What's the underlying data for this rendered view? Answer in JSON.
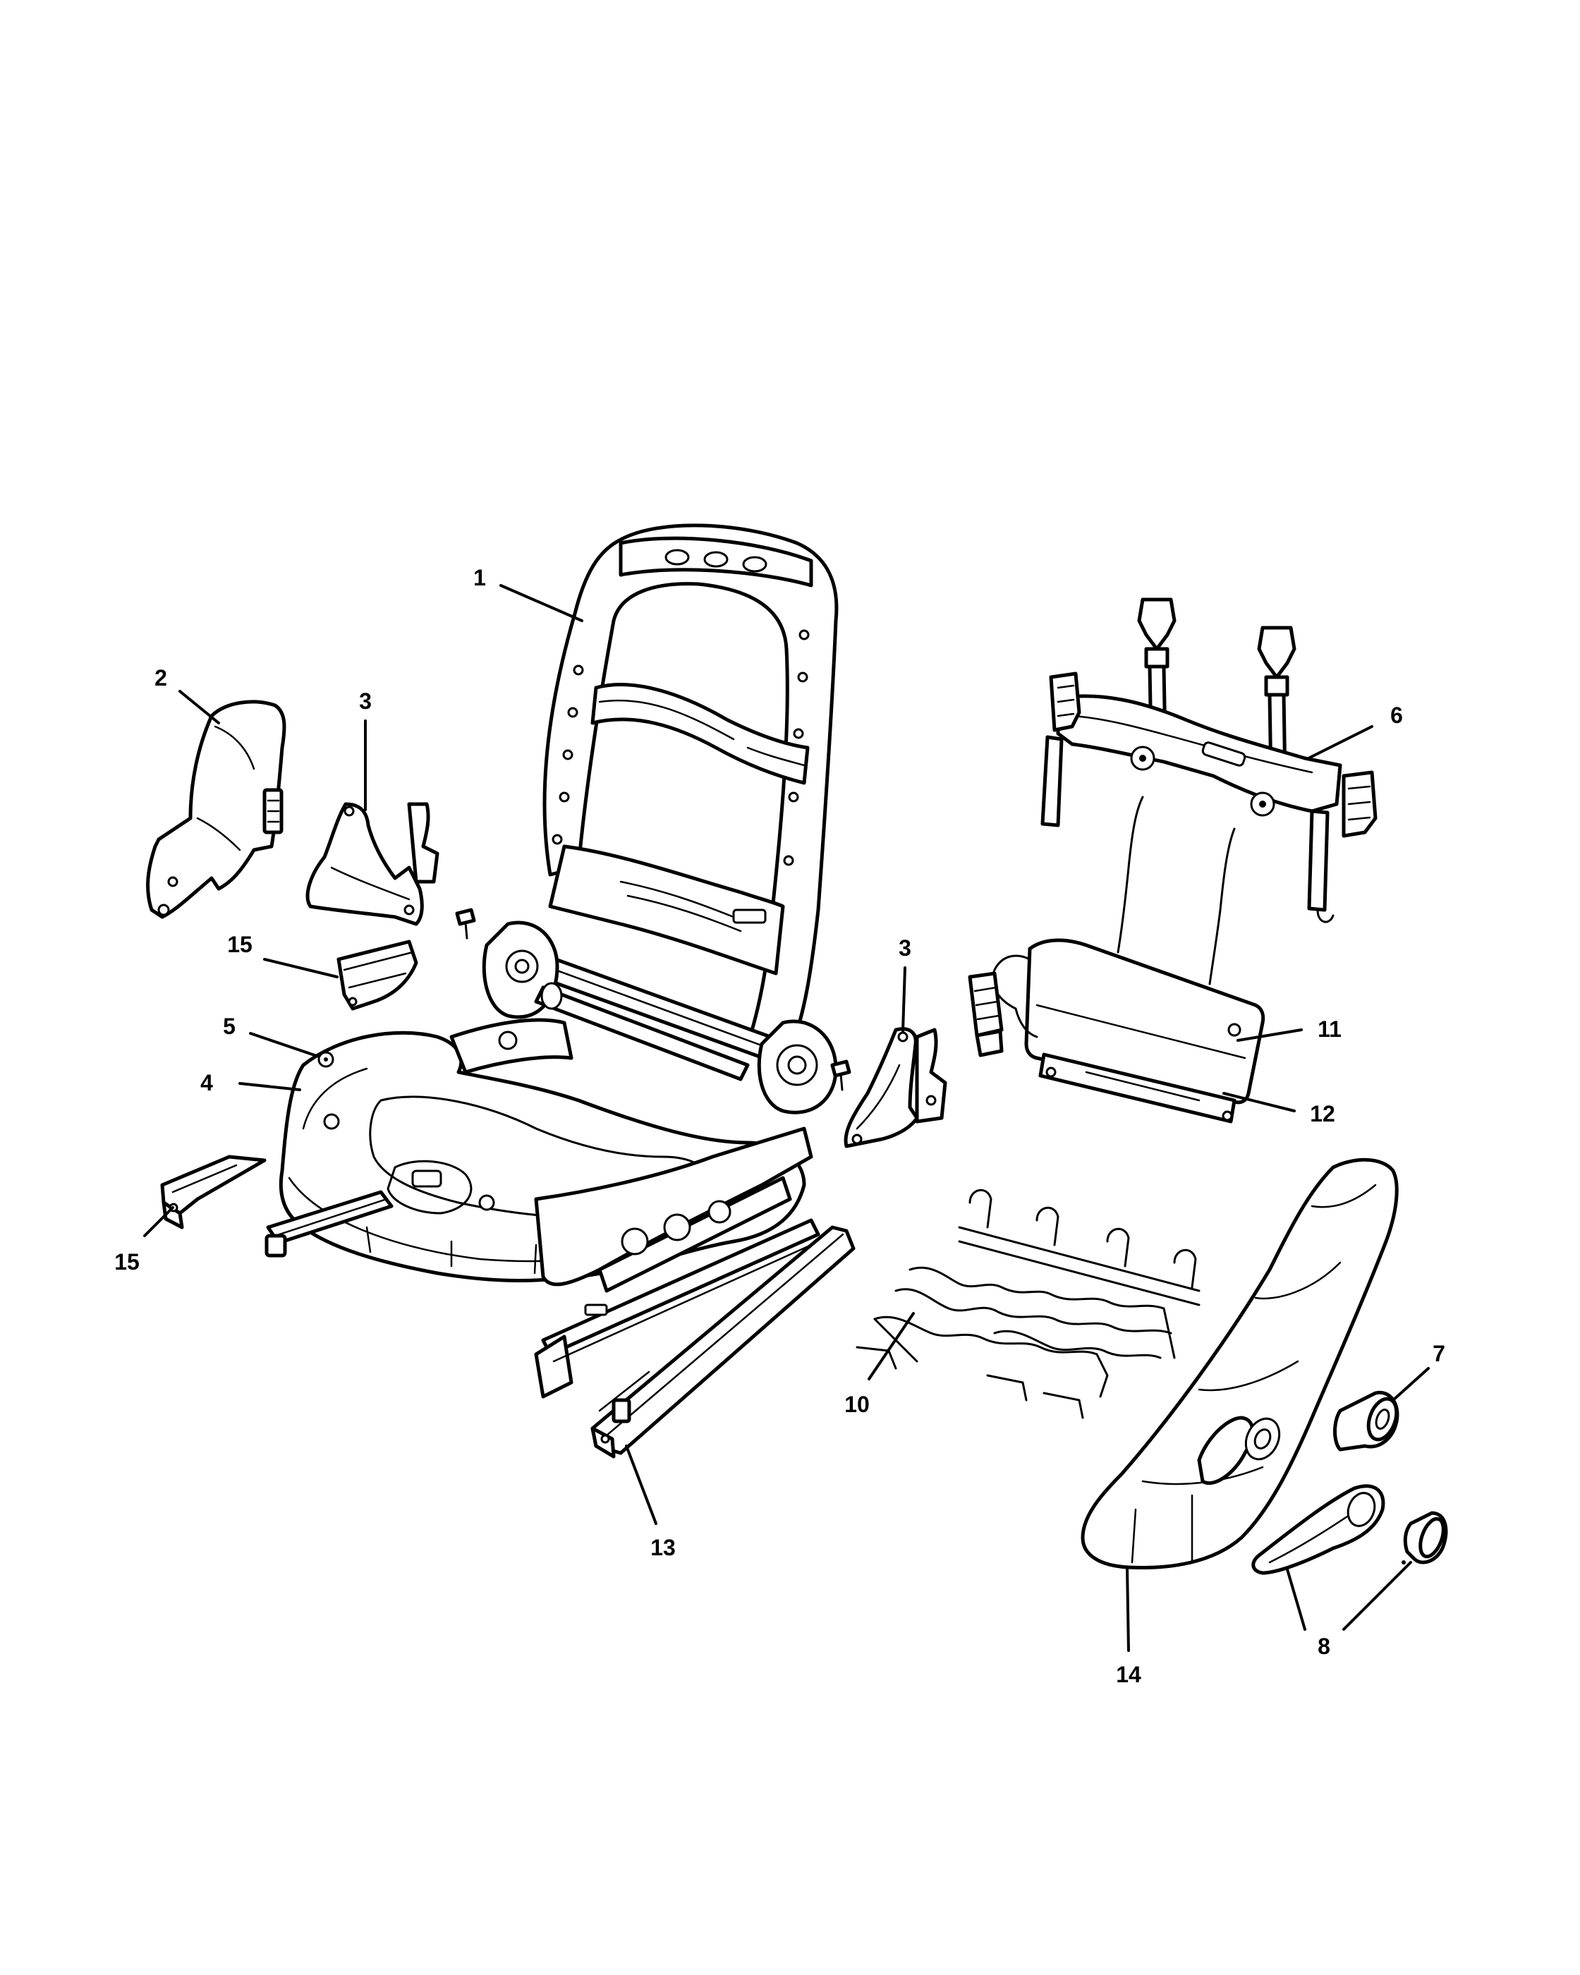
{
  "callouts": {
    "c1": "1",
    "c2": "2",
    "c3a": "3",
    "c3b": "3",
    "c4": "4",
    "c5": "5",
    "c6": "6",
    "c7": "7",
    "c8": "8",
    "c10": "10",
    "c11": "11",
    "c12": "12",
    "c13": "13",
    "c14": "14",
    "c15a": "15",
    "c15b": "15"
  },
  "colors": {
    "line": "#000000",
    "background": "#ffffff"
  }
}
